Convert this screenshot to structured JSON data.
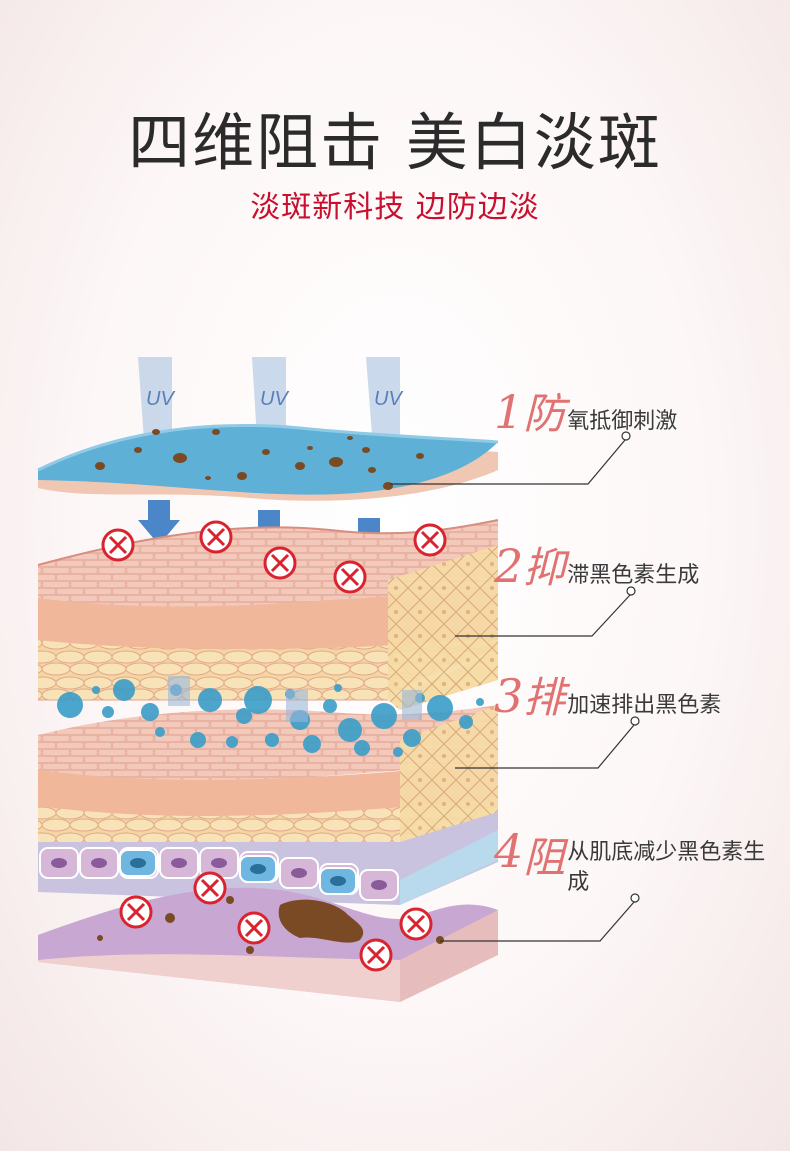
{
  "header": {
    "title": "四维阻击 美白淡斑",
    "subtitle": "淡斑新科技 边防边淡"
  },
  "uv_labels": [
    "UV",
    "UV",
    "UV"
  ],
  "steps": [
    {
      "num": "1",
      "head": "防",
      "desc": "氧抵御刺激"
    },
    {
      "num": "2",
      "head": "抑",
      "desc": "滞黑色素生成"
    },
    {
      "num": "3",
      "head": "排",
      "desc": "加速排出黑色素"
    },
    {
      "num": "4",
      "head": "阻",
      "desc": "从肌底减少黑色素生成"
    }
  ],
  "colors": {
    "accent_red": "#c8102e",
    "label_pink": "#e07272",
    "surface_blue": "#5fb0d6",
    "skin_pink": "#e9b3a4",
    "fat_yellow": "#f4d49a",
    "bubble_blue": "#3a9dc8",
    "base_purple": "#c9a7d3"
  }
}
